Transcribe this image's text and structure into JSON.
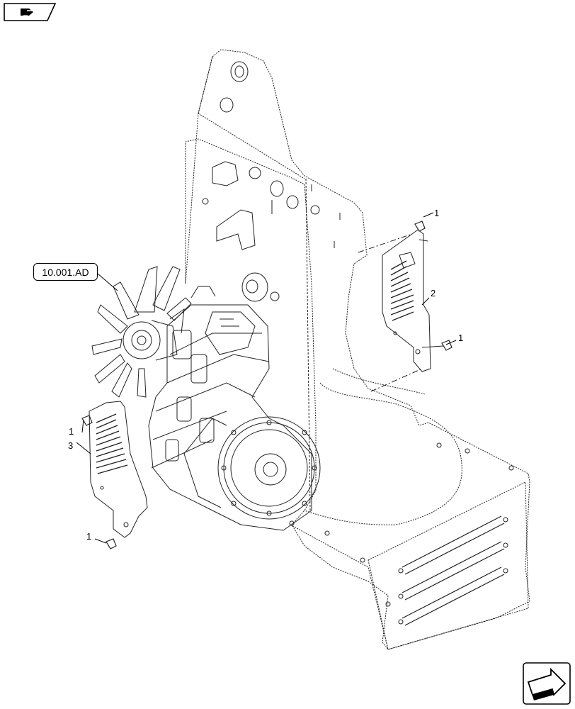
{
  "header": {
    "nav_icon": "hand-pointer-icon"
  },
  "reference_box": {
    "label": "10.001.AD"
  },
  "callouts": [
    {
      "label": "1"
    },
    {
      "label": "2"
    },
    {
      "label": "1"
    },
    {
      "label": "1"
    },
    {
      "label": "3"
    },
    {
      "label": "1"
    }
  ],
  "footer": {
    "nav_icon": "next-page-arrow-icon"
  }
}
